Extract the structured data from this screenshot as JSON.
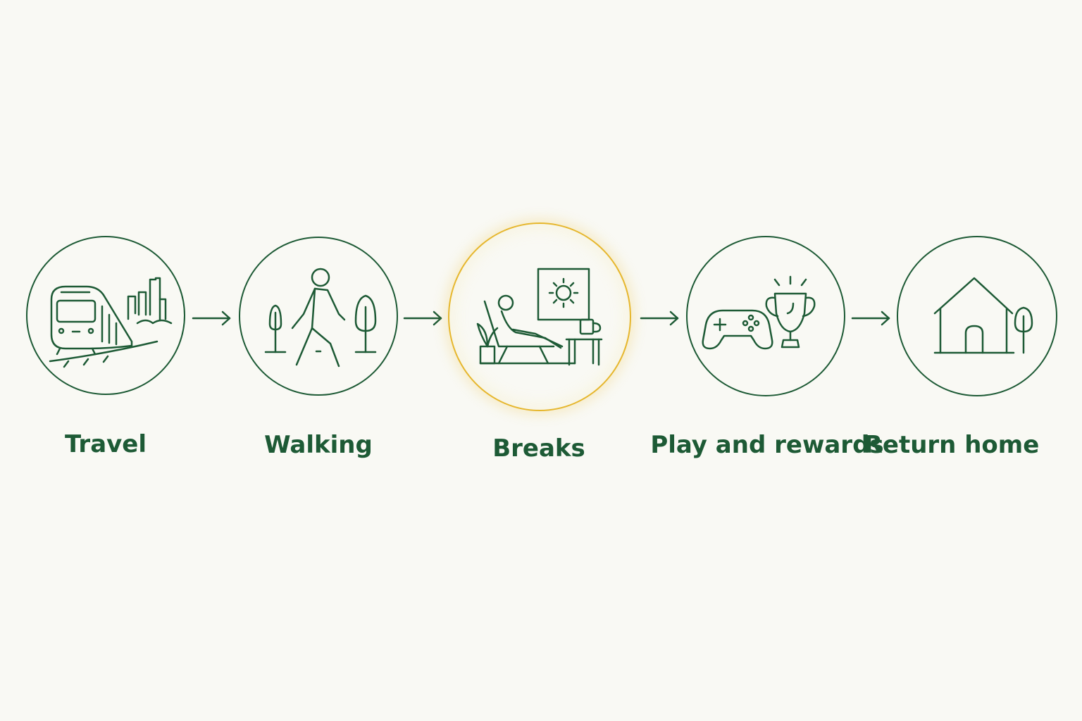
{
  "diagram": {
    "steps": [
      {
        "label": "Travel",
        "icon": "train-city-icon",
        "highlighted": false
      },
      {
        "label": "Walking",
        "icon": "walking-person-icon",
        "highlighted": false
      },
      {
        "label": "Breaks",
        "icon": "lounge-chair-rest-icon",
        "highlighted": true
      },
      {
        "label": "Play and rewards",
        "icon": "gamepad-trophy-icon",
        "highlighted": false
      },
      {
        "label": "Return home",
        "icon": "house-tree-icon",
        "highlighted": false
      }
    ],
    "colors": {
      "line": "#1d5a35",
      "highlight": "#e6b62c",
      "background": "#f9f9f4"
    }
  }
}
